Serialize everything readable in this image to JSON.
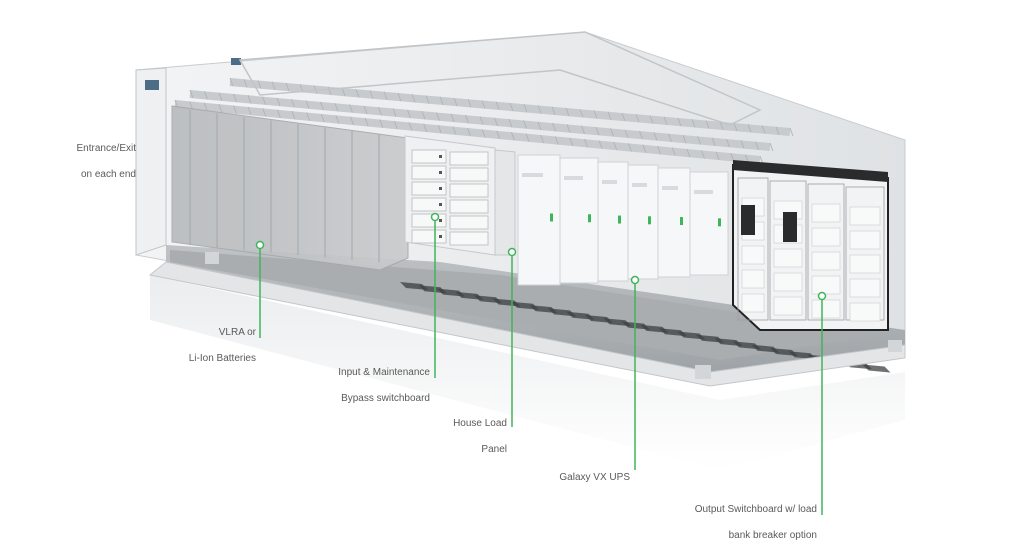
{
  "colors": {
    "accent": "#3fb55a",
    "text": "#5a5a5a",
    "container_wall": "#e9ecee",
    "cabinet": "#f4f5f6",
    "dark_cabinet": "#2a2b2d"
  },
  "labels": {
    "entrance": {
      "line1": "Entrance/Exit",
      "line2": "on each end"
    },
    "batteries": {
      "line1": "VLRA or",
      "line2": "Li-Ion Batteries"
    },
    "input_bypass": {
      "line1": "Input  & Maintenance",
      "line2": "Bypass switchboard"
    },
    "house_load": {
      "line1": "House Load",
      "line2": "Panel"
    },
    "ups": {
      "line1": "Galaxy VX UPS"
    },
    "output": {
      "line1": "Output Switchboard w/ load",
      "line2": "bank breaker option"
    }
  }
}
